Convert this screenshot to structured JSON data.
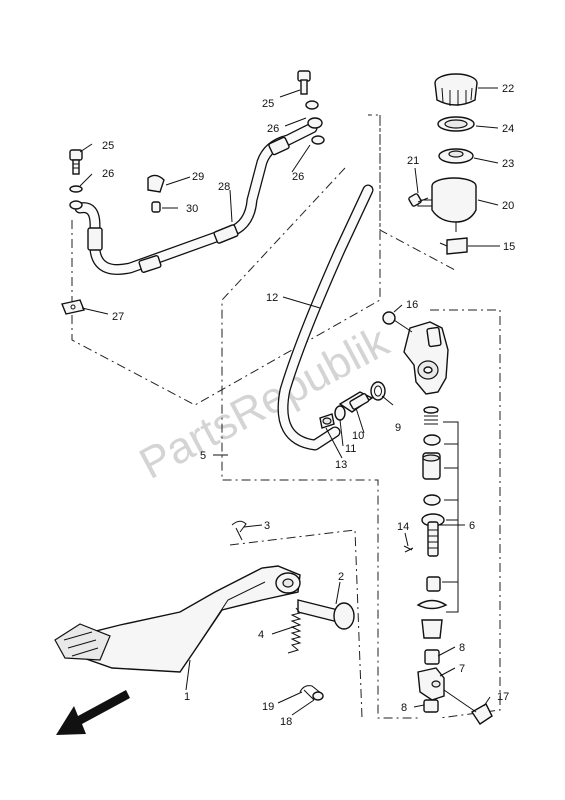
{
  "watermark": "PartsRepublik",
  "callouts": {
    "c1": "1",
    "c2": "2",
    "c3": "3",
    "c4": "4",
    "c5": "5",
    "c6": "6",
    "c7": "7",
    "c8a": "8",
    "c8b": "8",
    "c9": "9",
    "c10": "10",
    "c11": "11",
    "c12": "12",
    "c13": "13",
    "c14": "14",
    "c15": "15",
    "c16": "16",
    "c17": "17",
    "c18": "18",
    "c19": "19",
    "c20": "20",
    "c21": "21",
    "c22": "22",
    "c23": "23",
    "c24": "24",
    "c25a": "25",
    "c25b": "25",
    "c26a": "26",
    "c26b": "26",
    "c26c": "26",
    "c27": "27",
    "c28": "28",
    "c29": "29",
    "c30": "30"
  },
  "icons": {
    "front_arrow": "front-direction-arrow-icon"
  }
}
